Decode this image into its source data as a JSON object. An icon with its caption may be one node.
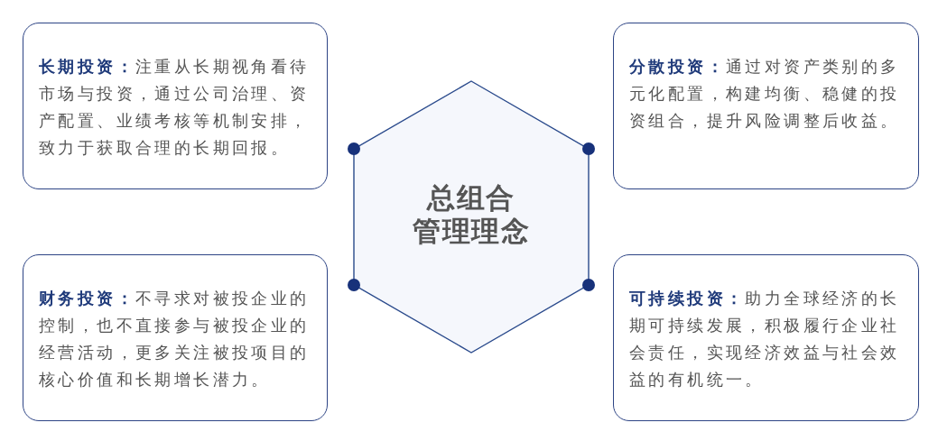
{
  "diagram": {
    "nodes": [
      {
        "text": [
          "**长期投资：**注重从长期视角看待市场与投资，通过公司治理、资产配置、业绩考核等机制安排，致力于获取合理的长期回报。"
        ]
      },
      {
        "text": [
          "总组合管理理念"
        ]
      },
      {
        "text": [
          "**分散投资：**通过对资产类别的多元化配置，构建均衡、稳健的投资组合，提升风险调整后收益。"
        ]
      },
      {
        "text": [
          "**财务投资：**不寻求对被投企业的控制，也不直接参与被投企业的经营活动，更多关注被投项目的核心价值和长期增长潜力。"
        ]
      },
      {
        "text": [
          "**可持续投资：**助力全球经济的长期可持续发展，积极履行企业社会责任，实现经济效益与社会效益的有机统一。"
        ]
      }
    ]
  }
}
